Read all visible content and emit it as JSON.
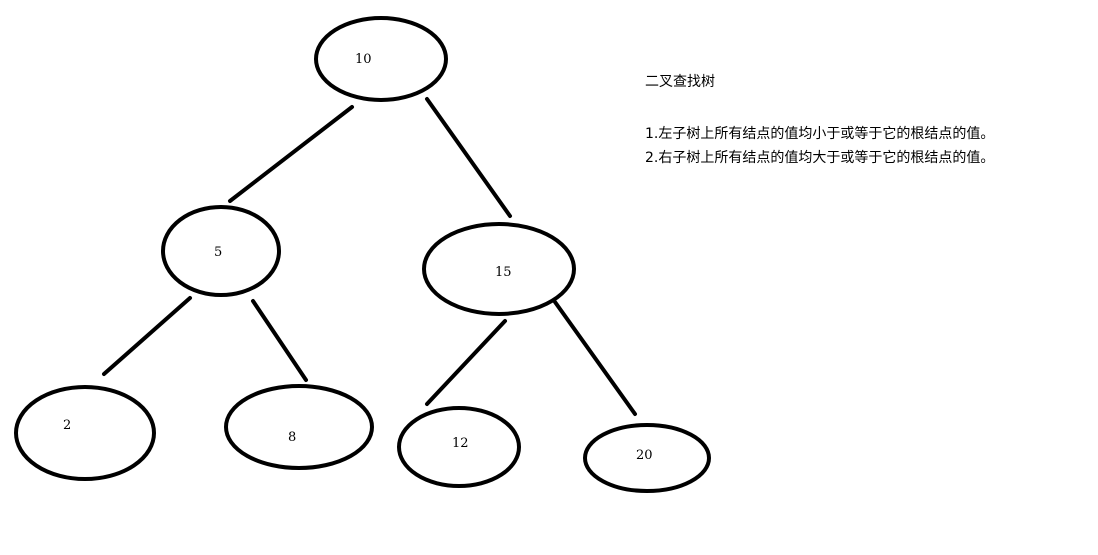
{
  "diagram": {
    "title": "二叉查找树",
    "rules": [
      "1.左子树上所有结点的值均小于或等于它的根结点的值。",
      "2.右子树上所有结点的值均大于或等于它的根结点的值。"
    ],
    "nodes": [
      {
        "id": "n10",
        "label": "10"
      },
      {
        "id": "n5",
        "label": "5"
      },
      {
        "id": "n15",
        "label": "15"
      },
      {
        "id": "n2",
        "label": "2"
      },
      {
        "id": "n8",
        "label": "8"
      },
      {
        "id": "n12",
        "label": "12"
      },
      {
        "id": "n20",
        "label": "20"
      }
    ],
    "edges": [
      {
        "from": "10",
        "to": "5"
      },
      {
        "from": "10",
        "to": "15"
      },
      {
        "from": "5",
        "to": "2"
      },
      {
        "from": "5",
        "to": "8"
      },
      {
        "from": "15",
        "to": "12"
      },
      {
        "from": "15",
        "to": "20"
      }
    ],
    "colors": {
      "stroke": "#000000",
      "background": "#ffffff",
      "text": "#000000"
    }
  }
}
